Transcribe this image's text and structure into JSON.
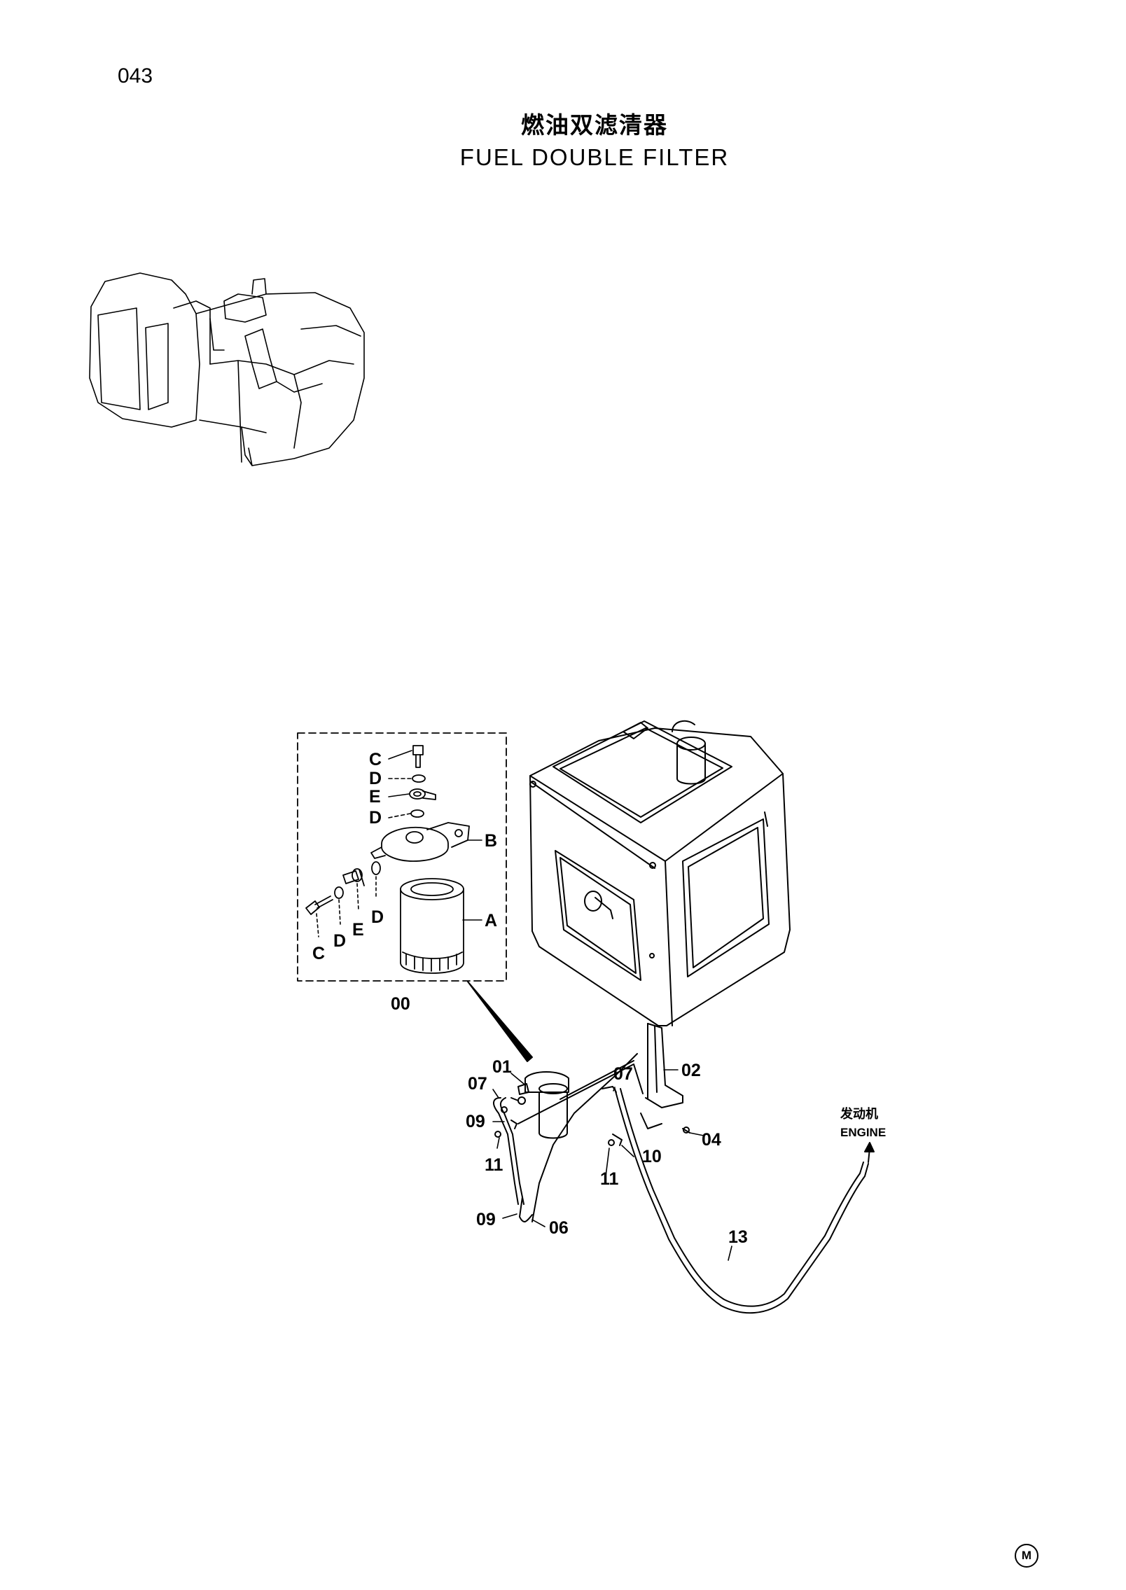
{
  "page_number": "043",
  "title_cn": "燃油双滤清器",
  "title_en": "FUEL DOUBLE FILTER",
  "engine_label_cn": "发动机",
  "engine_label_en": "ENGINE",
  "detail_labels": {
    "c_top": "C",
    "d_top": "D",
    "e_top": "E",
    "d_mid": "D",
    "b": "B",
    "a": "A",
    "c_bottom": "C",
    "d_bottom": "D",
    "e_bottom": "E",
    "d_right": "D",
    "assembly": "00"
  },
  "part_labels": {
    "p01": "01",
    "p02": "02",
    "p04": "04",
    "p06": "06",
    "p07_left": "07",
    "p07_right": "07",
    "p09_upper": "09",
    "p09_lower": "09",
    "p10": "10",
    "p11_left": "11",
    "p11_right": "11",
    "p13": "13"
  },
  "corner_mark": "M"
}
